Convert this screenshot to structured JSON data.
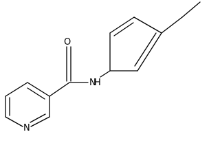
{
  "molecule": {
    "atoms": {
      "oxygen": "O",
      "amide_nitrogen": "N",
      "amide_hydrogen": "H",
      "pyridine_nitrogen": "N"
    }
  }
}
